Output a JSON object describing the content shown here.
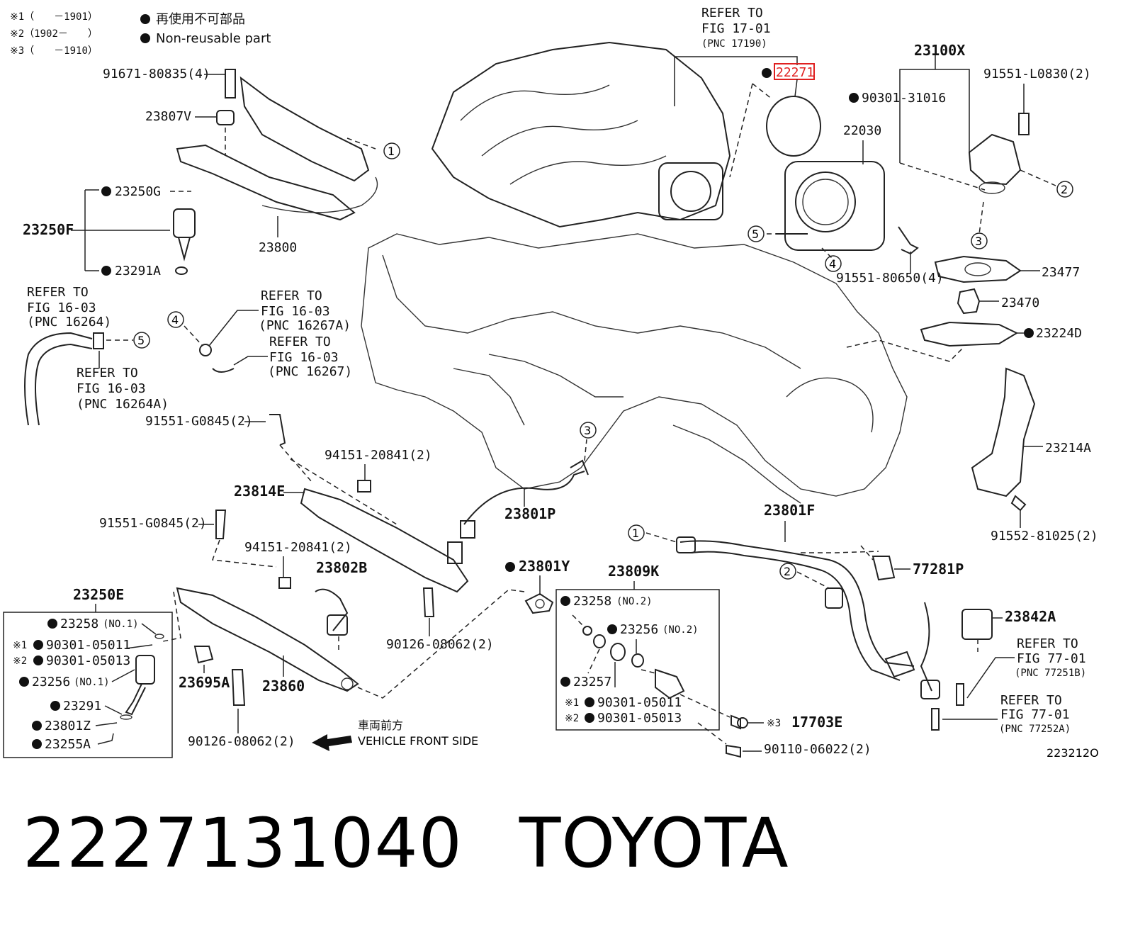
{
  "legend": {
    "notes": [
      "※1（　　－1901）",
      "※2（1902－　　）",
      "※3（　　－1910）"
    ],
    "non_reusable_jp": "再使用不可部品",
    "non_reusable_en": "Non-reusable part"
  },
  "refer_notes": {
    "fig1701_pnc17190": [
      "REFER TO",
      "FIG 17-01",
      "(PNC 17190)"
    ],
    "fig1603_pnc16264": [
      "REFER TO",
      "FIG 16-03",
      "(PNC 16264)"
    ],
    "fig1603_pnc16267a": [
      "REFER TO",
      "FIG 16-03",
      "(PNC 16267A)"
    ],
    "fig1603_pnc16267": [
      "REFER TO",
      "FIG 16-03",
      "(PNC 16267)"
    ],
    "fig1603_pnc16264a": [
      "REFER TO",
      "FIG 16-03",
      "(PNC 16264A)"
    ],
    "fig7701_pnc77251b": [
      "REFER TO",
      "FIG 77-01",
      "(PNC 77251B)"
    ],
    "fig7701_pnc77252a": [
      "REFER TO",
      "FIG 77-01",
      "(PNC 77252A)"
    ]
  },
  "parts": {
    "p22271": "22271",
    "p23100x": "23100X",
    "p91551_l0830": "91551-L0830(2)",
    "p90301_31016": "90301-31016",
    "p22030": "22030",
    "p91551_80650": "91551-80650(4)",
    "p23477": "23477",
    "p23470": "23470",
    "p23224d": "23224D",
    "p23214a": "23214A",
    "p91552_81025": "91552-81025(2)",
    "p91671_80835": "91671-80835(4)",
    "p23807v": "23807V",
    "p23250g": "23250G",
    "p23250f": "23250F",
    "p23800": "23800",
    "p23291a": "23291A",
    "p91551_g0845_a": "91551-G0845(2)",
    "p94151_20841_a": "94151-20841(2)",
    "p23814e": "23814E",
    "p23801p": "23801P",
    "p23801f": "23801F",
    "p91551_g0845_b": "91551-G0845(2)",
    "p94151_20841_b": "94151-20841(2)",
    "p23802b": "23802B",
    "p23801y": "23801Y",
    "p23809k": "23809K",
    "p77281p": "77281P",
    "p23842a": "23842A",
    "p23250e": "23250E",
    "p23258_no1": "23258",
    "no1": "(NO.1)",
    "p90301_05011_a": "90301-05011",
    "p90301_05013_a": "90301-05013",
    "p23256_no1": "23256",
    "p23291": "23291",
    "p23801z": "23801Z",
    "p23255a": "23255A",
    "p23695a": "23695A",
    "p23860": "23860",
    "p90126_08062_a": "90126-08062(2)",
    "p90126_08062_b": "90126-08062(2)",
    "p23258_no2": "23258",
    "no2": "(NO.2)",
    "p23256_no2": "23256",
    "p23257": "23257",
    "p90301_05011_b": "90301-05011",
    "p90301_05013_b": "90301-05013",
    "p17703e": "17703E",
    "p90110_06022": "90110-06022(2)"
  },
  "marks": {
    "n1": "※1",
    "n2": "※2",
    "n3": "※3"
  },
  "circles": [
    "1",
    "2",
    "3",
    "4",
    "5"
  ],
  "vehicle_front": {
    "jp": "車両前方",
    "en": "VEHICLE FRONT SIDE"
  },
  "figure_id": "223212O",
  "footer": {
    "part_number": "2227131040",
    "brand": "TOYOTA"
  },
  "colors": {
    "highlight": "#e02020",
    "ink": "#111111"
  }
}
